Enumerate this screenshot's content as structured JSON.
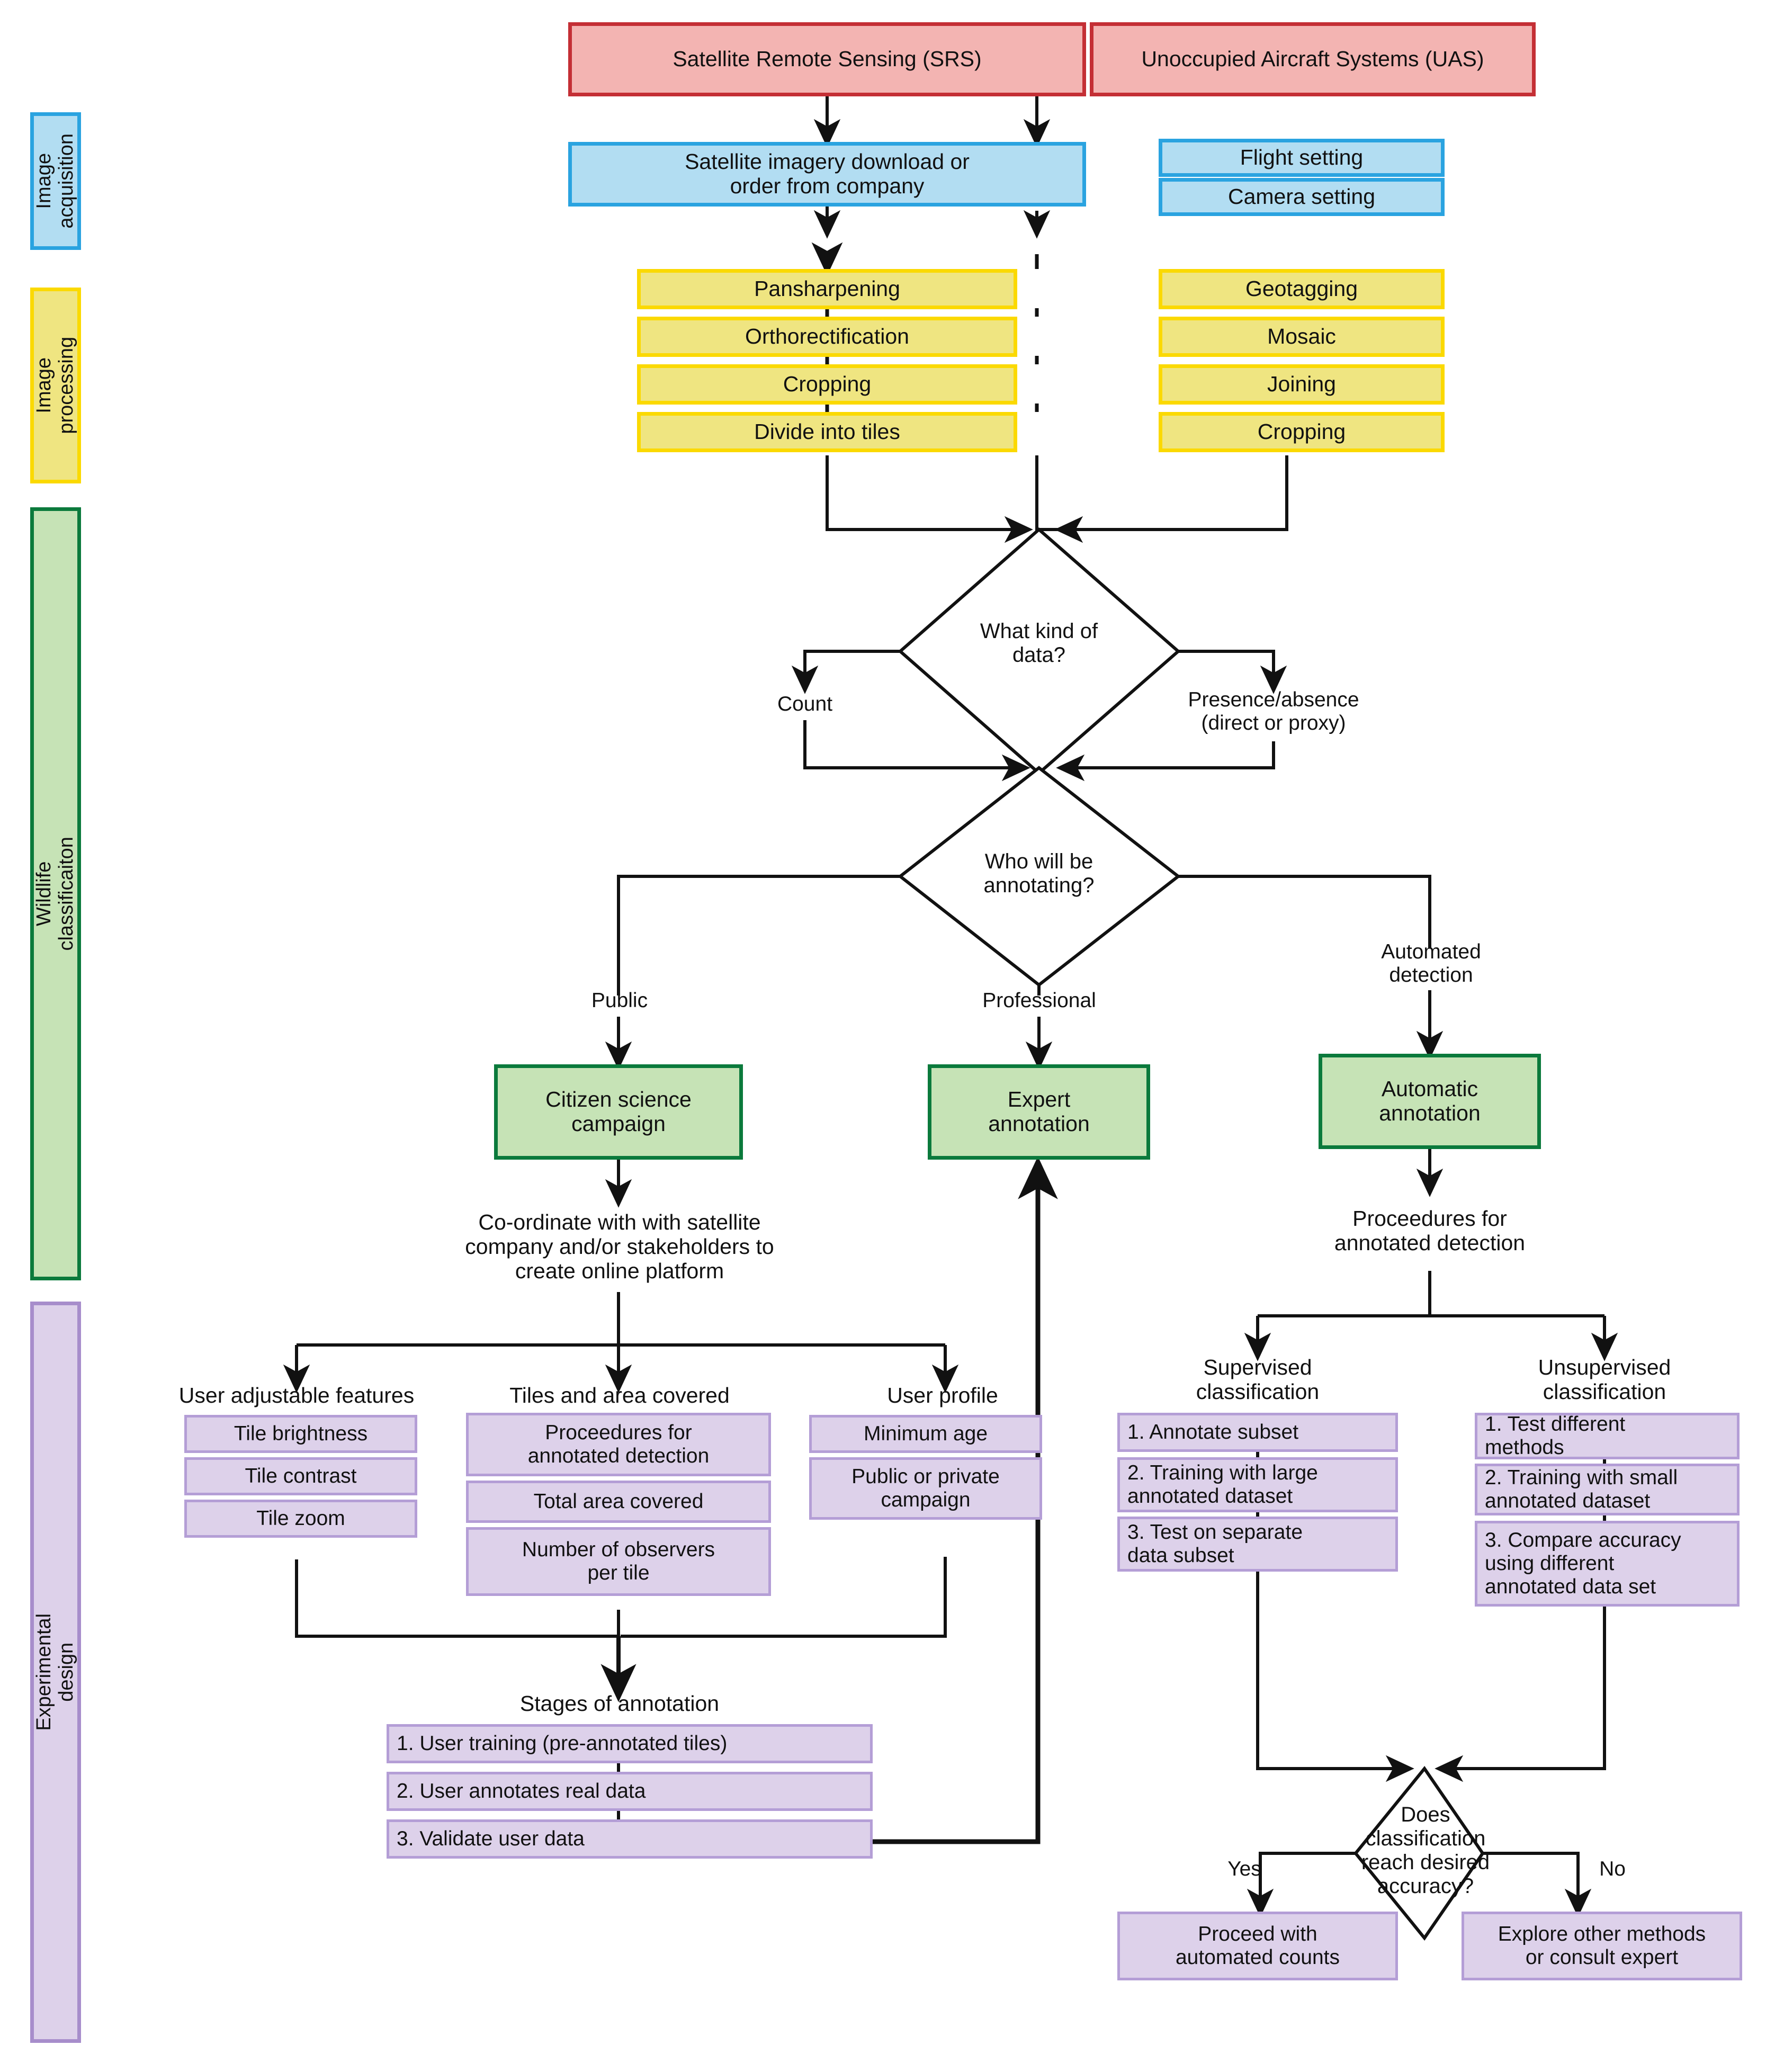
{
  "figure": {
    "type": "flowchart",
    "title": "Wildlife monitoring workflow from image acquisition to classification"
  },
  "legend": {
    "rails": [
      {
        "id": "image-acquisition",
        "label": "Image\nacquisition",
        "color": "#b2ddf2",
        "border": "#2aa3e0"
      },
      {
        "id": "image-processing",
        "label": "Image\nprocessing",
        "color": "#efe581",
        "border": "#fbd900"
      },
      {
        "id": "wildlife-classification",
        "label": "Wildlife classificaiton",
        "color": "#c6e3b6",
        "border": "#0b7a3c"
      },
      {
        "id": "experimental-design",
        "label": "Experimental design",
        "color": "#ddd1ea",
        "border": "#a78dcb"
      }
    ]
  },
  "sources": {
    "srs": "Satellite Remote Sensing (SRS)",
    "uas": "Unoccupied Aircraft Systems (UAS)"
  },
  "acquisition": {
    "srs_step": "Satellite imagery download or\norder from company",
    "uas_steps": [
      "Flight setting",
      "Camera setting"
    ]
  },
  "processing": {
    "srs_steps": [
      "Pansharpening",
      "Orthorectification",
      "Cropping",
      "Divide into tiles"
    ],
    "uas_steps": [
      "Geotagging",
      "Mosaic",
      "Joining",
      "Cropping"
    ]
  },
  "decisions": {
    "data_kind": {
      "question": "What kind of\ndata?",
      "branches": [
        "Count",
        "Presence/absence\n(direct or proxy)"
      ]
    },
    "annotator": {
      "question": "Who will be\nannotating?",
      "branches": [
        "Public",
        "Professional",
        "Automated\ndetection"
      ]
    },
    "accuracy": {
      "question": "Does\nclassification\nreach desired\naccuracy?",
      "branches": [
        "Yes",
        "No"
      ]
    }
  },
  "classification": {
    "citizen_science": "Citizen science\ncampaign",
    "expert": "Expert\nannotation",
    "automatic": "Automatic\nannotation"
  },
  "experimental": {
    "coordinate_note": "Co-ordinate with with satellite\ncompany and/or stakeholders to\ncreate online platform",
    "procedures_note": "Proceedures for\nannotated detection",
    "groups": [
      {
        "heading": "User adjustable features",
        "items": [
          "Tile brightness",
          "Tile contrast",
          "Tile zoom"
        ]
      },
      {
        "heading": "Tiles and area covered",
        "items": [
          "Proceedures for\nannotated detection",
          "Total area covered",
          "Number of observers\nper tile"
        ]
      },
      {
        "heading": "User profile",
        "items": [
          "Minimum age",
          "Public or private\ncampaign"
        ]
      }
    ],
    "stages": {
      "heading": "Stages of annotation",
      "items": [
        "1. User training (pre-annotated tiles)",
        "2. User annotates real data",
        "3. Validate user data"
      ]
    },
    "supervised": {
      "heading": "Supervised\nclassification",
      "items": [
        "1. Annotate subset",
        "2. Training with large\nannotated dataset",
        " 3. Test on separate\ndata  subset"
      ]
    },
    "unsupervised": {
      "heading": "Unsupervised\nclassification",
      "items": [
        "1. Test different\nmethods",
        "2. Training with small\nannotated dataset",
        "3. Compare accuracy\nusing different\nannotated data set"
      ]
    },
    "outcomes": {
      "yes": "Proceed with\nautomated counts",
      "no": "Explore other methods\nor consult expert"
    }
  },
  "colors": {
    "source": "#f3b4b2",
    "source_border": "#c42f35",
    "acquisition": "#b2ddf2",
    "acquisition_border": "#2aa3e0",
    "processing": "#efe581",
    "processing_border": "#fbd900",
    "classification": "#c6e3b6",
    "classification_border": "#0b7a3c",
    "experimental": "#ddd1ea",
    "experimental_border": "#b49ed6",
    "line": "#111111"
  }
}
